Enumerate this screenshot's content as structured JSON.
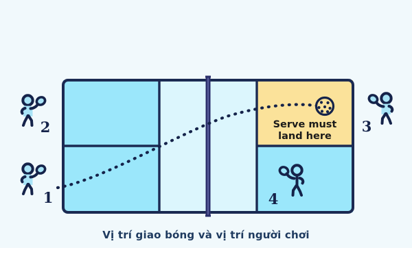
{
  "page": {
    "background_color": "#f1f9fc",
    "band_color": "#ffffff"
  },
  "caption": {
    "text": "Vị trí giao bóng và vị trí người chơi",
    "color": "#1e3a5f"
  },
  "court": {
    "line_color": "#1b2a52",
    "surface_color": "#9be7fb",
    "kitchen_color": "#dcf6fd",
    "service_target_color": "#fbe29a",
    "net_color": "#2b2f6b"
  },
  "annotations": {
    "serve_target_line1": "Serve must",
    "serve_target_line2": "land here",
    "serve_target_text_color": "#1a1a1a",
    "ball_color": "#fbe29a",
    "trajectory_style": "dotted"
  },
  "players": [
    {
      "id": "player-1",
      "label": "1",
      "filled": true,
      "fill_color": "#a9e4f7",
      "facing": "right",
      "position": "left-outside-bottom"
    },
    {
      "id": "player-2",
      "label": "2",
      "filled": true,
      "fill_color": "#a9e4f7",
      "facing": "right",
      "position": "left-outside-top"
    },
    {
      "id": "player-3",
      "label": "3",
      "filled": true,
      "fill_color": "#a9e4f7",
      "facing": "left",
      "position": "right-outside-top"
    },
    {
      "id": "player-4",
      "label": "4",
      "filled": false,
      "fill_color": "none",
      "facing": "left",
      "position": "right-inside-bottom"
    }
  ]
}
